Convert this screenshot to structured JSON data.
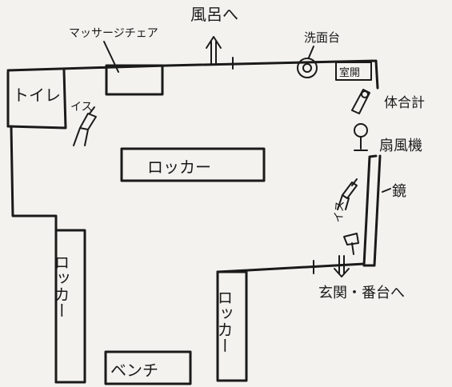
{
  "labels": {
    "to_bath": "風呂へ",
    "massage_chair": "マッサージチェア",
    "washbasin": "洗面台",
    "shelf": "室開",
    "scale": "体合計",
    "fan": "扇風機",
    "mirror": "鏡",
    "to_entrance": "玄関・番台へ",
    "toilet": "トイレ",
    "chair_left": "イス",
    "chair_right": "イス",
    "locker_center": "ロッカー",
    "locker_left": "ロッカー",
    "locker_right": "ロッカー",
    "bench": "ベンチ"
  }
}
